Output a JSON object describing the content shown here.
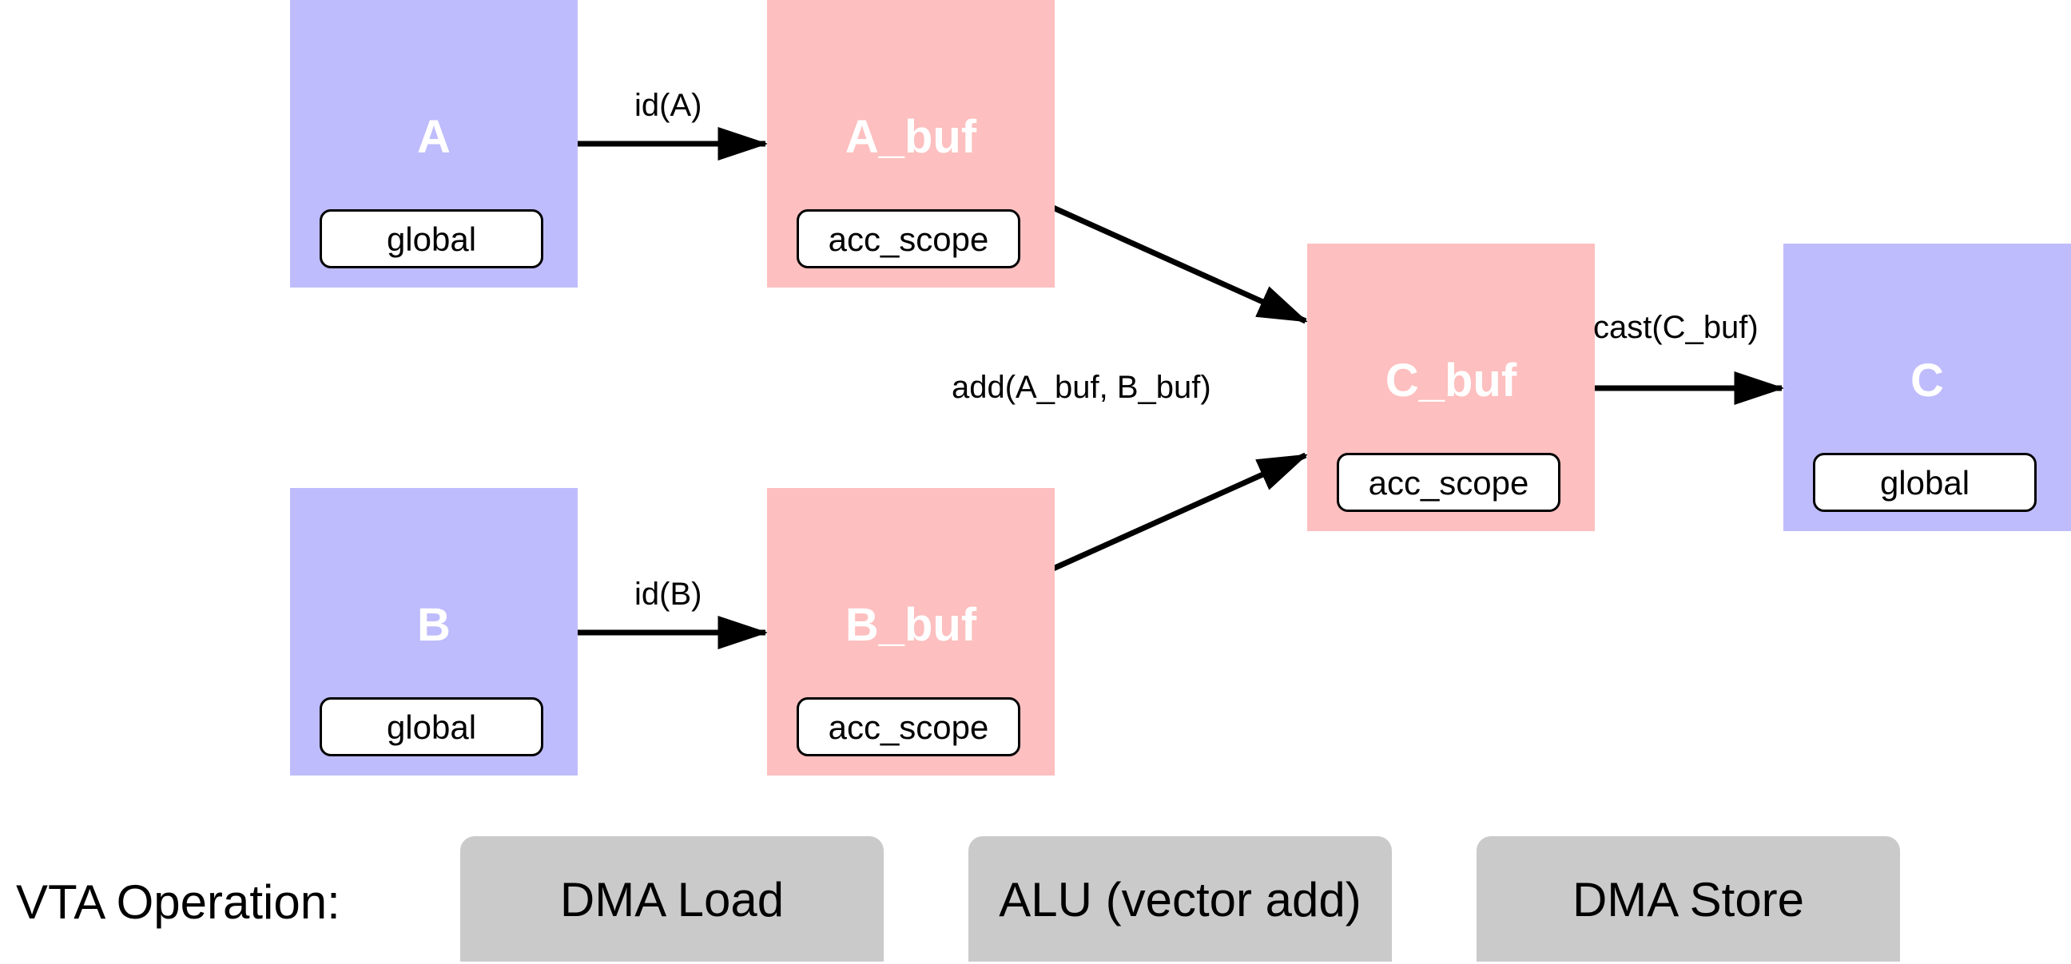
{
  "colors": {
    "global": "#bfbcfd",
    "buffer": "#fdbfbf",
    "op": "#cacaca"
  },
  "nodes": [
    {
      "id": "A",
      "title": "A",
      "scope": "global",
      "kind": "global"
    },
    {
      "id": "A_buf",
      "title": "A_buf",
      "scope": "acc_scope",
      "kind": "buffer"
    },
    {
      "id": "B",
      "title": "B",
      "scope": "global",
      "kind": "global"
    },
    {
      "id": "B_buf",
      "title": "B_buf",
      "scope": "acc_scope",
      "kind": "buffer"
    },
    {
      "id": "C_buf",
      "title": "C_buf",
      "scope": "acc_scope",
      "kind": "buffer"
    },
    {
      "id": "C",
      "title": "C",
      "scope": "global",
      "kind": "global"
    }
  ],
  "edges": [
    {
      "from": "A",
      "to": "A_buf",
      "label": "id(A)"
    },
    {
      "from": "B",
      "to": "B_buf",
      "label": "id(B)"
    },
    {
      "from": "A_buf",
      "to": "C_buf",
      "label": "add(A_buf, B_buf)"
    },
    {
      "from": "B_buf",
      "to": "C_buf",
      "label": ""
    },
    {
      "from": "C_buf",
      "to": "C",
      "label": "cast(C_buf)"
    }
  ],
  "operations": {
    "heading": "VTA Operation:",
    "items": [
      "DMA Load",
      "ALU (vector add)",
      "DMA Store"
    ]
  }
}
